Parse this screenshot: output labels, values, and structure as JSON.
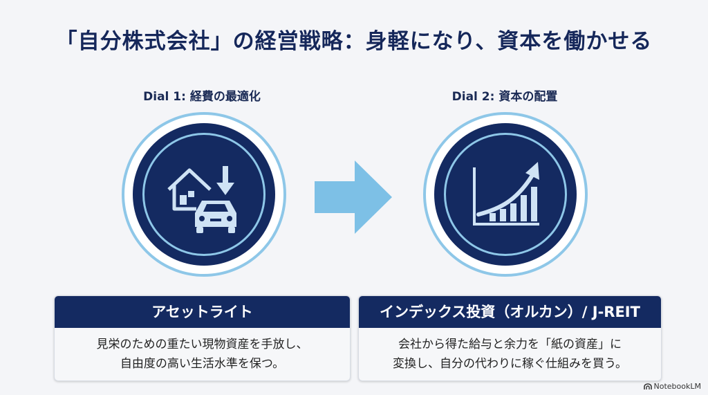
{
  "title": "「自分株式会社」の経営戦略：身軽になり、資本を働かせる",
  "dial1": {
    "label": "Dial 1: 経費の最適化",
    "icons": [
      "house-icon",
      "down-arrow-icon",
      "car-icon"
    ],
    "card_title": "アセットライト",
    "card_line1": "見栄のための重たい現物資産を手放し、",
    "card_line2": "自由度の高い生活水準を保つ。"
  },
  "dial2": {
    "label": "Dial 2: 資本の配置",
    "icons": [
      "growth-chart-icon"
    ],
    "card_title": "インデックス投資（オルカン）/ J-REIT",
    "card_line1": "会社から得た給与と余力を「紙の資産」に",
    "card_line2": "変換し、自分の代わりに稼ぐ仕組みを買う。"
  },
  "badge": {
    "text": "NotebookLM"
  },
  "colors": {
    "navy": "#142a61",
    "light_blue": "#8ec7e8",
    "arrow": "#7dc0e6",
    "background": "#f4f5f8"
  }
}
